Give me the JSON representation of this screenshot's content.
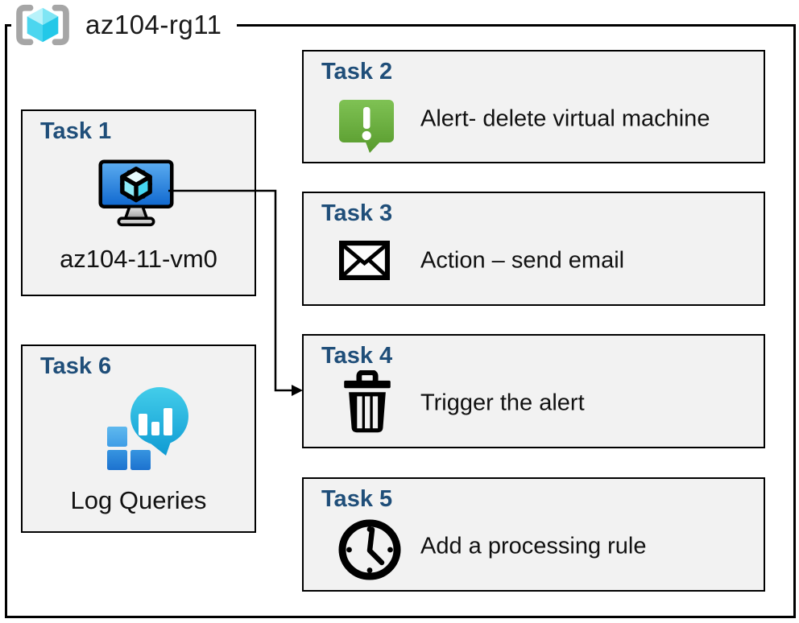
{
  "header": {
    "title": "az104-rg11",
    "icon": "resource-group-icon"
  },
  "tasks": [
    {
      "label": "Task 1",
      "description": "az104-11-vm0",
      "icon": "virtual-machine-icon"
    },
    {
      "label": "Task 2",
      "description": "Alert- delete virtual machine",
      "icon": "alert-message-icon"
    },
    {
      "label": "Task 3",
      "description": "Action – send email",
      "icon": "email-envelope-icon"
    },
    {
      "label": "Task 4",
      "description": "Trigger the alert",
      "icon": "trash-icon"
    },
    {
      "label": "Task 5",
      "description": "Add a processing rule",
      "icon": "clock-icon"
    },
    {
      "label": "Task 6",
      "description": "Log Queries",
      "icon": "log-analytics-icon"
    }
  ],
  "connector": {
    "from": "task-1-virtual-machine",
    "to": "task-4"
  },
  "colors": {
    "task_label_navy": "#1f4e79",
    "box_fill": "#f2f2f2",
    "box_border": "#000000",
    "alert_green": "#69af34",
    "vm_screen_blue": "#2e86e0",
    "cube_cyan": "#4fd8f0",
    "log_bubble_teal": "#1aa9d8",
    "log_square_blue": "#2a84d8",
    "bracket_gray": "#a6a6a6"
  }
}
